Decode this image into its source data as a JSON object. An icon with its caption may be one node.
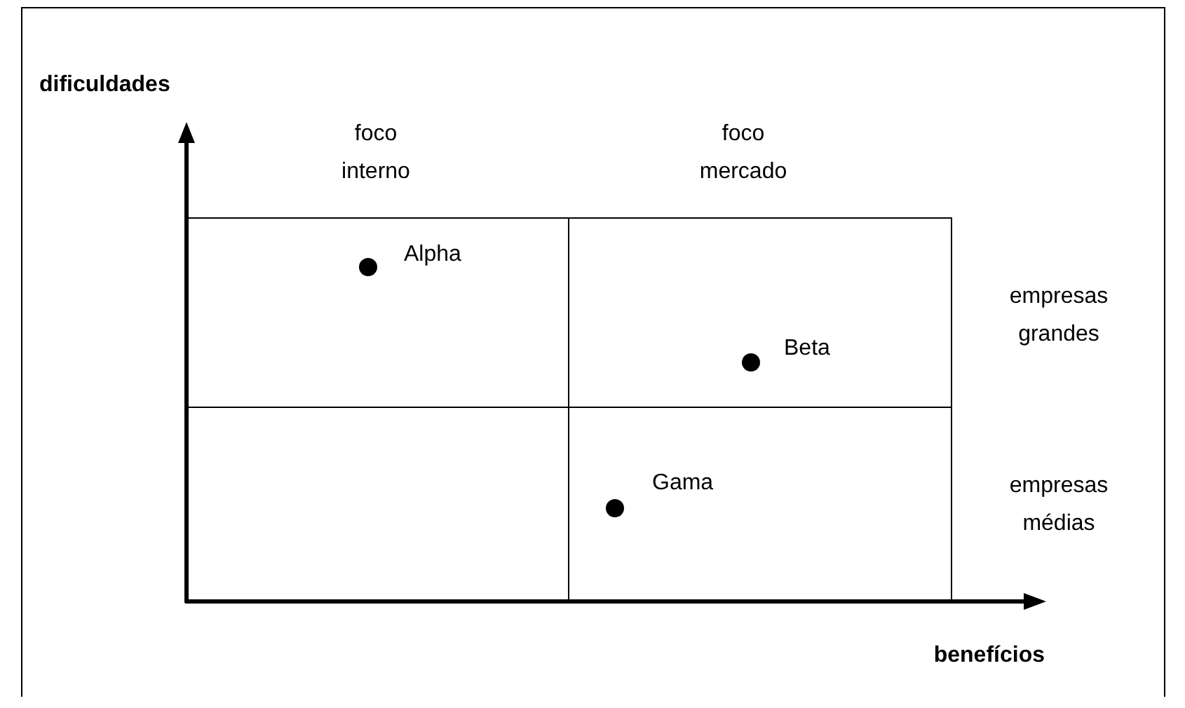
{
  "diagram": {
    "nodes": [
      {
        "text": [],
        "shape": "box"
      },
      {
        "text": [
          "Alpha"
        ],
        "in": 0
      },
      {
        "text": [
          "Beta"
        ],
        "in": 0
      },
      {
        "text": [
          "Gama"
        ],
        "in": 0
      }
    ],
    "labels": [
      "dificuldades",
      "foco interno",
      "foco mercado",
      "empresas grandes",
      "empresas médias",
      "benefícios"
    ]
  }
}
